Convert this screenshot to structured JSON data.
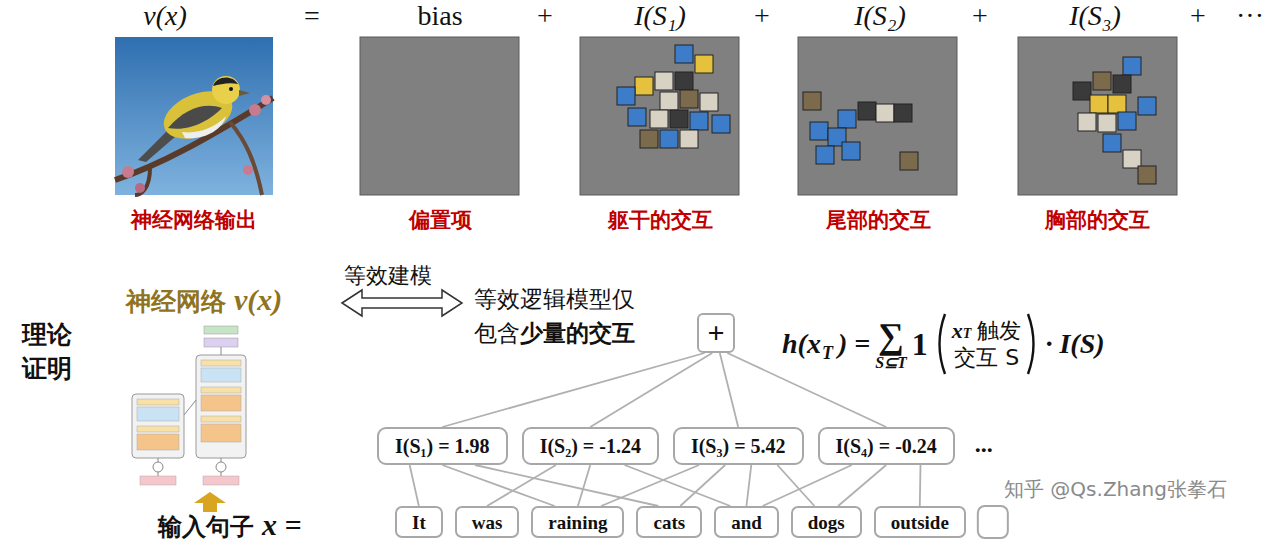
{
  "diagram": {
    "nodes": [
      {
        "text": [
          "+"
        ]
      },
      {
        "text": [
          "I(S₁) = 1.98"
        ]
      },
      {
        "text": [
          "I(S₂) = -1.24"
        ]
      },
      {
        "text": [
          "I(S₃) = 5.42"
        ]
      },
      {
        "text": [
          "I(S₄) = -0.24"
        ]
      },
      {
        "text": [
          "It"
        ]
      },
      {
        "text": [
          "was"
        ]
      },
      {
        "text": [
          "raining"
        ]
      },
      {
        "text": [
          "cats"
        ]
      },
      {
        "text": [
          "and"
        ]
      },
      {
        "text": [
          "dogs"
        ]
      },
      {
        "text": [
          "outside"
        ]
      }
    ],
    "edges": [
      {
        "from": 0,
        "to": 1,
        "arrow": "none"
      },
      {
        "from": 0,
        "to": 2,
        "arrow": "none"
      },
      {
        "from": 0,
        "to": 3,
        "arrow": "none"
      },
      {
        "from": 0,
        "to": 4,
        "arrow": "none"
      },
      {
        "from": 1,
        "to": 5,
        "arrow": "none"
      },
      {
        "from": 1,
        "to": 7,
        "arrow": "none"
      },
      {
        "from": 1,
        "to": 8,
        "arrow": "none"
      },
      {
        "from": 2,
        "to": 6,
        "arrow": "none"
      },
      {
        "from": 2,
        "to": 7,
        "arrow": "none"
      },
      {
        "from": 2,
        "to": 9,
        "arrow": "none"
      },
      {
        "from": 3,
        "to": 7,
        "arrow": "none"
      },
      {
        "from": 3,
        "to": 8,
        "arrow": "none"
      },
      {
        "from": 3,
        "to": 9,
        "arrow": "none"
      },
      {
        "from": 3,
        "to": 10,
        "arrow": "none"
      },
      {
        "from": 4,
        "to": 9,
        "arrow": "none"
      },
      {
        "from": 4,
        "to": 10,
        "arrow": "none"
      },
      {
        "from": 4,
        "to": 11,
        "arrow": "none"
      }
    ],
    "labels": [
      "v(x)",
      "=",
      "bias",
      "+",
      "I(S₁)",
      "+",
      "I(S₂)",
      "+",
      "I(S₃)",
      "+",
      "···",
      "神经网络输出",
      "偏置项",
      "躯干的交互",
      "尾部的交互",
      "胸部的交互",
      "理论",
      "证明",
      "神经网络",
      "v(x)",
      "等效建模",
      "等效逻辑模型仅",
      "包含",
      "少量的交互",
      "h(x",
      "T",
      ") =",
      "∑",
      "S⊆T",
      "1",
      "x",
      "T",
      "触发",
      "交互 S",
      "· I(S)",
      "...",
      "输入句子",
      "x =",
      "知乎 @Qs.Zhang张拳石"
    ]
  }
}
